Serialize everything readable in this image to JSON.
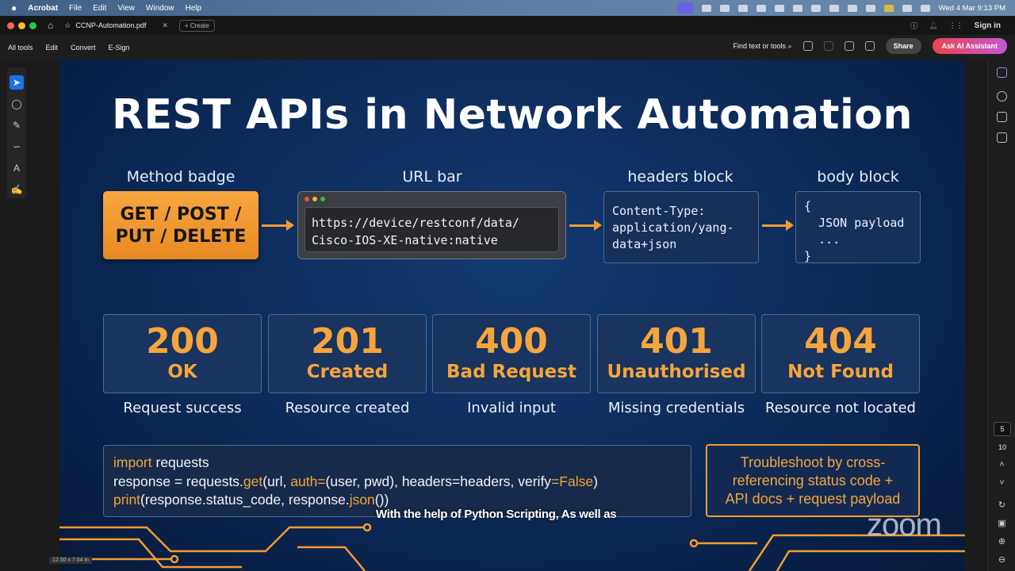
{
  "menubar": {
    "apple": "",
    "app": "Acrobat",
    "items": [
      "File",
      "Edit",
      "View",
      "Window",
      "Help"
    ],
    "clock": "Wed 4 Mar  9:13 PM"
  },
  "tabbar": {
    "tab_title": "CCNP-Automation.pdf",
    "create_label": "Create",
    "sign_in": "Sign in"
  },
  "toolbar": {
    "items": [
      "All tools",
      "Edit",
      "Convert",
      "E-Sign"
    ],
    "search_label": "Find text or tools",
    "share": "Share",
    "ai": "Ask AI Assistant"
  },
  "slide": {
    "title": "REST APIs in Network Automation",
    "labels": [
      "Method badge",
      "URL bar",
      "headers block",
      "body block"
    ],
    "method": [
      "GET / POST /",
      "PUT / DELETE"
    ],
    "url": [
      "https://device/restconf/data/",
      "Cisco-IOS-XE-native:native"
    ],
    "headers": "Content-Type:\napplication/yang-\ndata+json",
    "body": "{\n  JSON payload\n  ...\n}",
    "statuses": [
      {
        "code": "200",
        "name": "OK",
        "desc": "Request success"
      },
      {
        "code": "201",
        "name": "Created",
        "desc": "Resource created"
      },
      {
        "code": "400",
        "name": "Bad Request",
        "desc": "Invalid input"
      },
      {
        "code": "401",
        "name": "Unauthorised",
        "desc": "Missing credentials"
      },
      {
        "code": "404",
        "name": "Not Found",
        "desc": "Resource not located"
      }
    ],
    "code": {
      "l1": [
        "import",
        " requests"
      ],
      "l2": [
        "response = requests.",
        "get",
        "(url, ",
        "auth=",
        "(user, pwd), headers=headers, verify",
        "=False",
        ")"
      ],
      "l3": [
        "print",
        "(response.status_code, response.",
        "json",
        "())"
      ]
    },
    "troubleshoot": [
      "Troubleshoot by cross-",
      "referencing status code +",
      "API docs + request payload"
    ],
    "accent": "#f39b31"
  },
  "caption": "With the help of Python Scripting, As well as",
  "watermark": "zoom",
  "page_size": "12.50 x 7.04 in",
  "pager": {
    "current": "5",
    "total": "10"
  }
}
